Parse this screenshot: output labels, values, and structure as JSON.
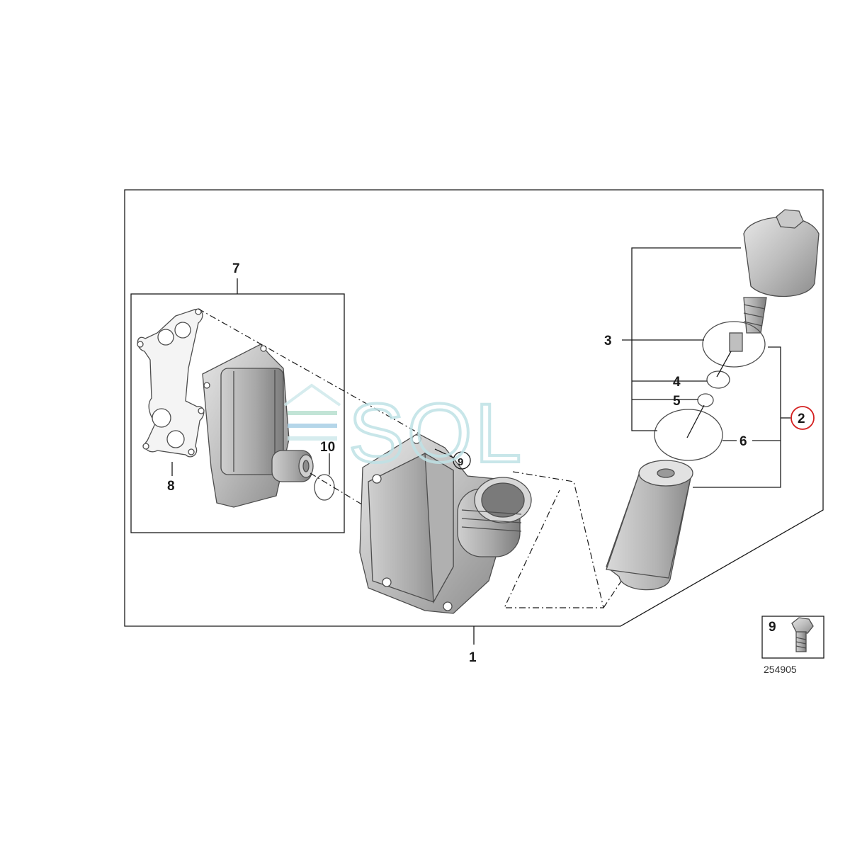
{
  "callouts": {
    "c1": "1",
    "c2": "2",
    "c3": "3",
    "c4": "4",
    "c5": "5",
    "c6": "6",
    "c7": "7",
    "c8": "8",
    "c9": "9",
    "c10": "10"
  },
  "inset": {
    "label": "9",
    "ref_number": "254905"
  },
  "watermark": {
    "text": "SOL"
  },
  "colors": {
    "highlight_circle": "#d42020",
    "watermark": "#9fd3d9"
  }
}
